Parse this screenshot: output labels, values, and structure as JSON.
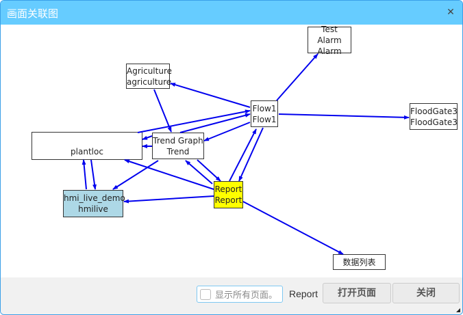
{
  "dialog": {
    "title": "画面关联图",
    "close_icon": "close-icon"
  },
  "diagram": {
    "edge_color": "#0000ee",
    "nodes": [
      {
        "id": "test-alarm",
        "line1": "Test Alarm",
        "line2": "Alarm",
        "highlight": ""
      },
      {
        "id": "agriculture",
        "line1": "Agriculture",
        "line2": "agriculture",
        "highlight": ""
      },
      {
        "id": "flow1",
        "line1": "Flow1",
        "line2": "Flow1",
        "highlight": ""
      },
      {
        "id": "floodgate3",
        "line1": "FloodGate3",
        "line2": "FloodGate3",
        "highlight": ""
      },
      {
        "id": "plantloc",
        "line1": "",
        "line2": "plantloc",
        "highlight": ""
      },
      {
        "id": "trend-graph",
        "line1": "Trend Graph",
        "line2": "Trend",
        "highlight": ""
      },
      {
        "id": "report",
        "line1": "Report",
        "line2": "Report",
        "highlight": "#ffff00"
      },
      {
        "id": "hmi-live-demo",
        "line1": "hmi_live_demo",
        "line2": "hmilive",
        "highlight": "#add8e6"
      },
      {
        "id": "data-list",
        "line1": "数据列表",
        "line2": "",
        "highlight": ""
      }
    ],
    "edges": [
      {
        "from": "flow1",
        "to": "test-alarm"
      },
      {
        "from": "flow1",
        "to": "agriculture"
      },
      {
        "from": "flow1",
        "to": "floodgate3"
      },
      {
        "from": "agriculture",
        "to": "trend-graph"
      },
      {
        "from": "plantloc",
        "to": "flow1"
      },
      {
        "from": "trend-graph",
        "to": "flow1"
      },
      {
        "from": "flow1",
        "to": "trend-graph"
      },
      {
        "from": "trend-graph",
        "to": "plantloc"
      },
      {
        "from": "trend-graph",
        "to": "plantloc"
      },
      {
        "from": "trend-graph",
        "to": "hmi-live-demo"
      },
      {
        "from": "trend-graph",
        "to": "report"
      },
      {
        "from": "report",
        "to": "trend-graph"
      },
      {
        "from": "report",
        "to": "flow1"
      },
      {
        "from": "flow1",
        "to": "report"
      },
      {
        "from": "report",
        "to": "plantloc"
      },
      {
        "from": "report",
        "to": "hmi-live-demo"
      },
      {
        "from": "report",
        "to": "data-list"
      },
      {
        "from": "hmi-live-demo",
        "to": "plantloc"
      },
      {
        "from": "plantloc",
        "to": "hmi-live-demo"
      }
    ]
  },
  "footer": {
    "show_all_label": "显示所有页面。",
    "show_all_checked": false,
    "current_page": "Report",
    "open_button": "打开页面",
    "close_button": "关闭"
  }
}
